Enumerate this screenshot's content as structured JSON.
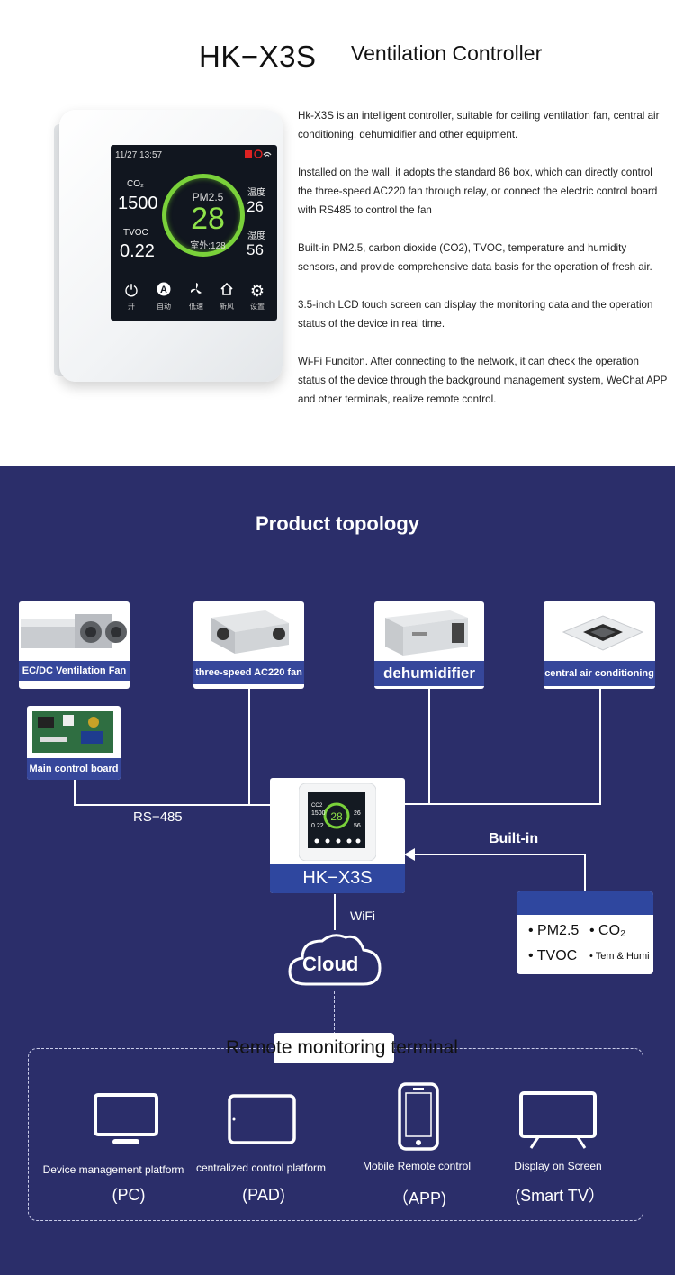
{
  "header": {
    "model": "HK−X3S",
    "subtitle": "Ventilation Controller"
  },
  "description": [
    "Hk-X3S is an intelligent controller, suitable for ceiling ventilation fan, central air conditioning, dehumidifier and other equipment.",
    "Installed on the wall, it adopts the standard 86 box, which can directly control the three-speed AC220 fan through relay, or connect the electric control board with RS485 to control the fan",
    "Built-in PM2.5, carbon dioxide (CO2), TVOC, temperature and humidity sensors, and provide comprehensive data basis for the operation of fresh air.",
    "3.5-inch LCD touch screen can display the monitoring data and the operation status of the device in real time.",
    "Wi-Fi Funciton. After connecting to the network, it can check the operation status of the device through the background management system, WeChat APP and other terminals, realize remote control."
  ],
  "device_screen": {
    "time": "11/27 13:57",
    "co2_label": "CO₂",
    "co2_value": "1500",
    "tvoc_label": "TVOC",
    "tvoc_value": "0.22",
    "pm_label": "PM2.5",
    "pm_value": "28",
    "outdoor": "室外:128",
    "temp_label": "温度",
    "temp_value": "26",
    "humi_label": "湿度",
    "humi_value": "56",
    "buttons": [
      "开",
      "自动",
      "低速",
      "新风",
      "设置"
    ]
  },
  "topology": {
    "title": "Product topology",
    "devices": [
      "EC/DC Ventilation Fan",
      "three-speed AC220 fan",
      "dehumidifier",
      "central air conditioning"
    ],
    "board": "Main control board",
    "rs485": "RS−485",
    "center": "HK−X3S",
    "builtin": "Built-in",
    "sensors": [
      "PM2.5",
      "CO₂",
      "TVOC",
      "Tem & Humi"
    ],
    "wifi": "WiFi",
    "cloud": "Cloud",
    "remote_title": "Remote monitoring terminal",
    "terminals": [
      {
        "name": "Device management platform",
        "code": "(PC)"
      },
      {
        "name": "centralized control platform",
        "code": "(PAD)"
      },
      {
        "name": "Mobile Remote control",
        "code": "（APP)"
      },
      {
        "name": "Display on Screen",
        "code": "(Smart TV）"
      }
    ]
  },
  "colors": {
    "background_dark": "#2b2e6a",
    "label_blue": "#36479b",
    "screen_ring": "#7ad13a"
  }
}
